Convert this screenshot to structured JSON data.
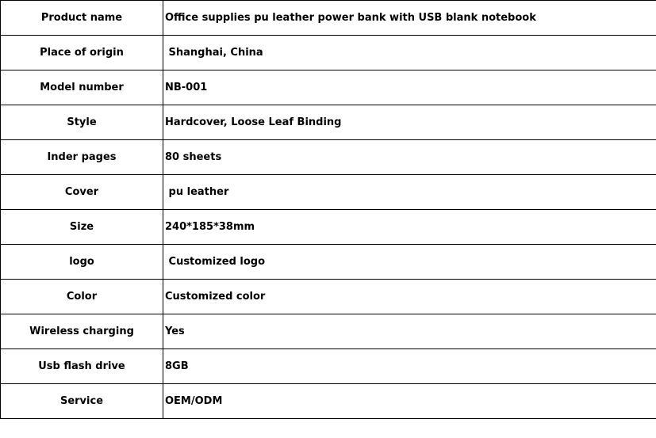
{
  "table": {
    "rows": [
      {
        "label": "Product name",
        "value": "Office supplies pu leather power bank with USB blank notebook"
      },
      {
        "label": "Place of origin",
        "value": " Shanghai, China"
      },
      {
        "label": "Model number",
        "value": "NB-001"
      },
      {
        "label": "Style",
        "value": "Hardcover, Loose Leaf Binding"
      },
      {
        "label": "Inder pages",
        "value": "80 sheets"
      },
      {
        "label": "Cover",
        "value": " pu leather"
      },
      {
        "label": "Size",
        "value": "240*185*38mm"
      },
      {
        "label": "logo",
        "value": " Customized logo"
      },
      {
        "label": "Color",
        "value": "Customized color"
      },
      {
        "label": "Wireless charging",
        "value": "Yes"
      },
      {
        "label": "Usb flash drive",
        "value": "8GB"
      },
      {
        "label": "Service",
        "value": "OEM/ODM"
      }
    ]
  },
  "colors": {
    "border": "#000000",
    "text": "#000000",
    "background": "#ffffff"
  }
}
